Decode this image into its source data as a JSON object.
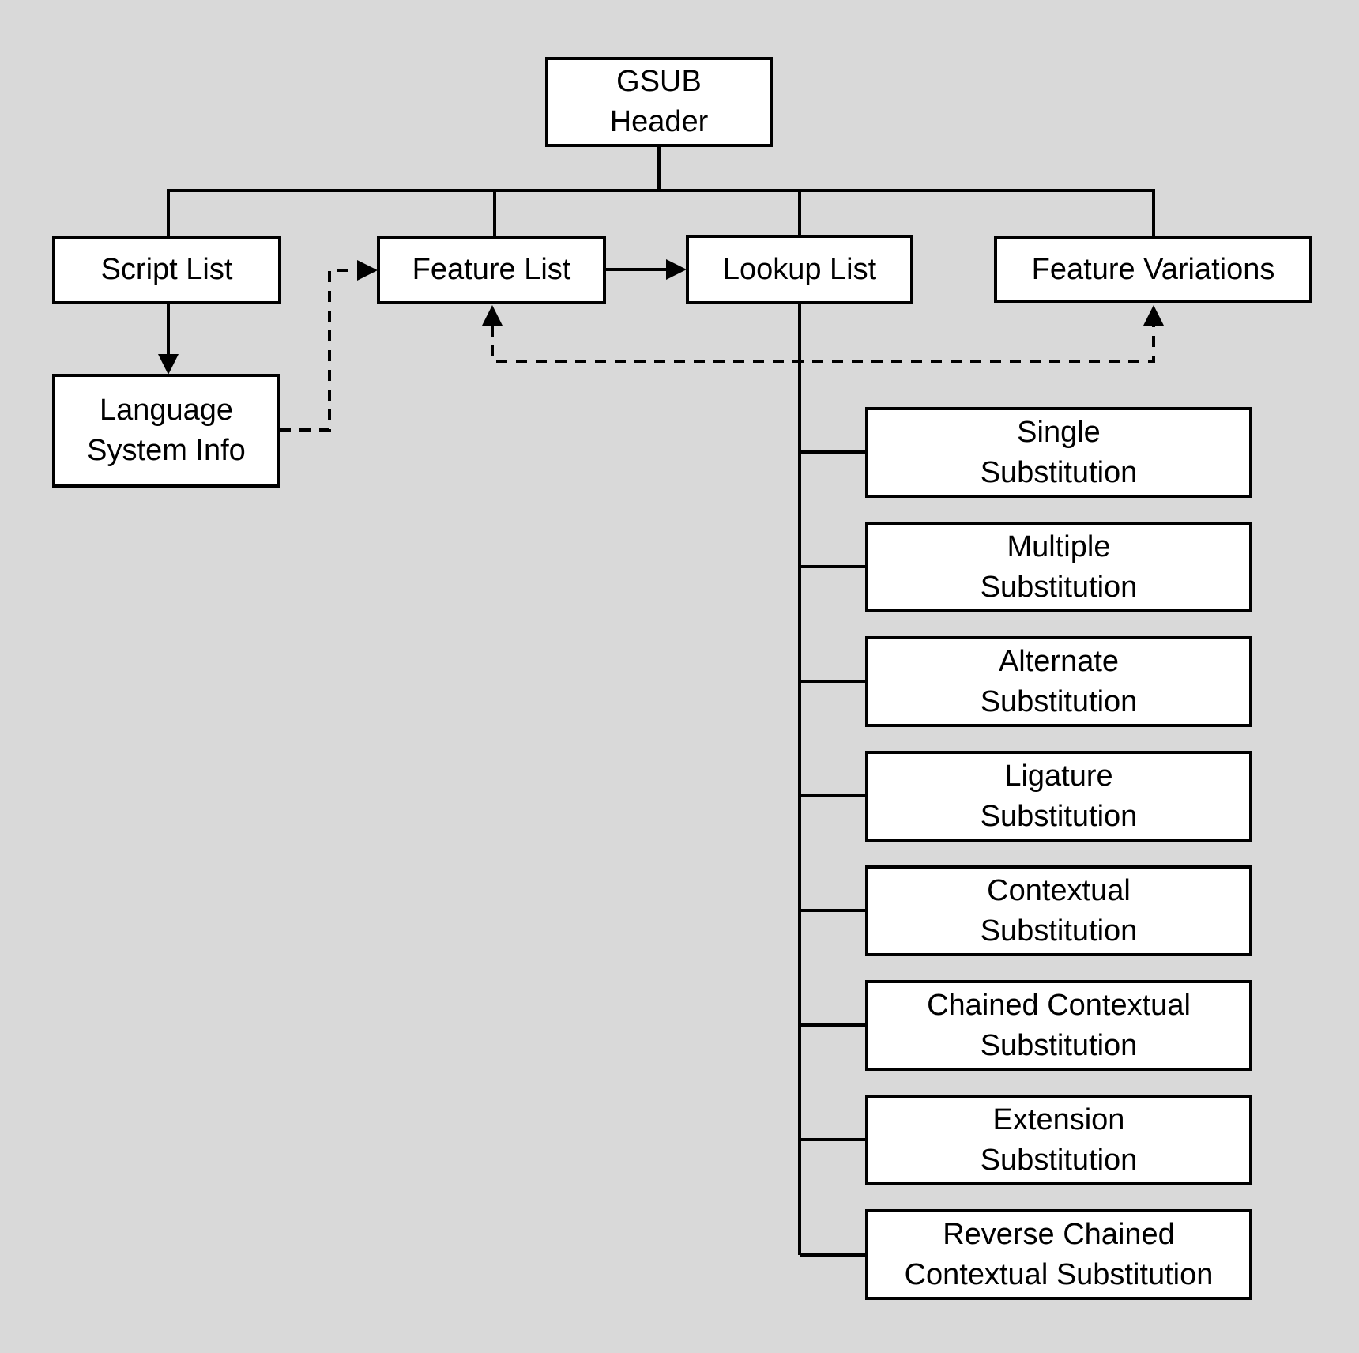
{
  "colors": {
    "background": "#d9d9d9",
    "box_fill": "#ffffff",
    "line": "#000000",
    "text": "#000000"
  },
  "nodes": {
    "gsub_header": {
      "line1": "GSUB",
      "line2": "Header"
    },
    "script_list": {
      "line1": "Script List"
    },
    "feature_list": {
      "line1": "Feature List"
    },
    "lookup_list": {
      "line1": "Lookup List"
    },
    "feature_variations": {
      "line1": "Feature Variations"
    },
    "language_system_info": {
      "line1": "Language",
      "line2": "System Info"
    },
    "single_substitution": {
      "line1": "Single",
      "line2": "Substitution"
    },
    "multiple_substitution": {
      "line1": "Multiple",
      "line2": "Substitution"
    },
    "alternate_substitution": {
      "line1": "Alternate",
      "line2": "Substitution"
    },
    "ligature_substitution": {
      "line1": "Ligature",
      "line2": "Substitution"
    },
    "contextual_substitution": {
      "line1": "Contextual",
      "line2": "Substitution"
    },
    "chained_contextual_substitution": {
      "line1": "Chained Contextual",
      "line2": "Substitution"
    },
    "extension_substitution": {
      "line1": "Extension",
      "line2": "Substitution"
    },
    "reverse_chained_contextual_substitution": {
      "line1": "Reverse Chained",
      "line2": "Contextual Substitution"
    }
  }
}
